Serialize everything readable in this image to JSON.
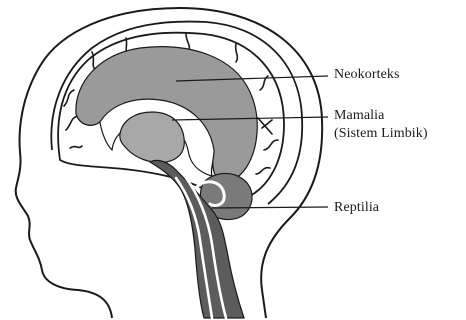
{
  "labels": {
    "neokorteks": "Neokorteks",
    "mamalia": "Mamalia",
    "sistem_limbik": "(Sistem Limbik)",
    "reptilia": "Reptilia"
  },
  "colors": {
    "background": "#ffffff",
    "outline": "#1a1a1a",
    "neocortex_fill": "#9a9a9a",
    "limbic_fill": "#a8a8a8",
    "reptilian_fill": "#5c5c5c"
  }
}
